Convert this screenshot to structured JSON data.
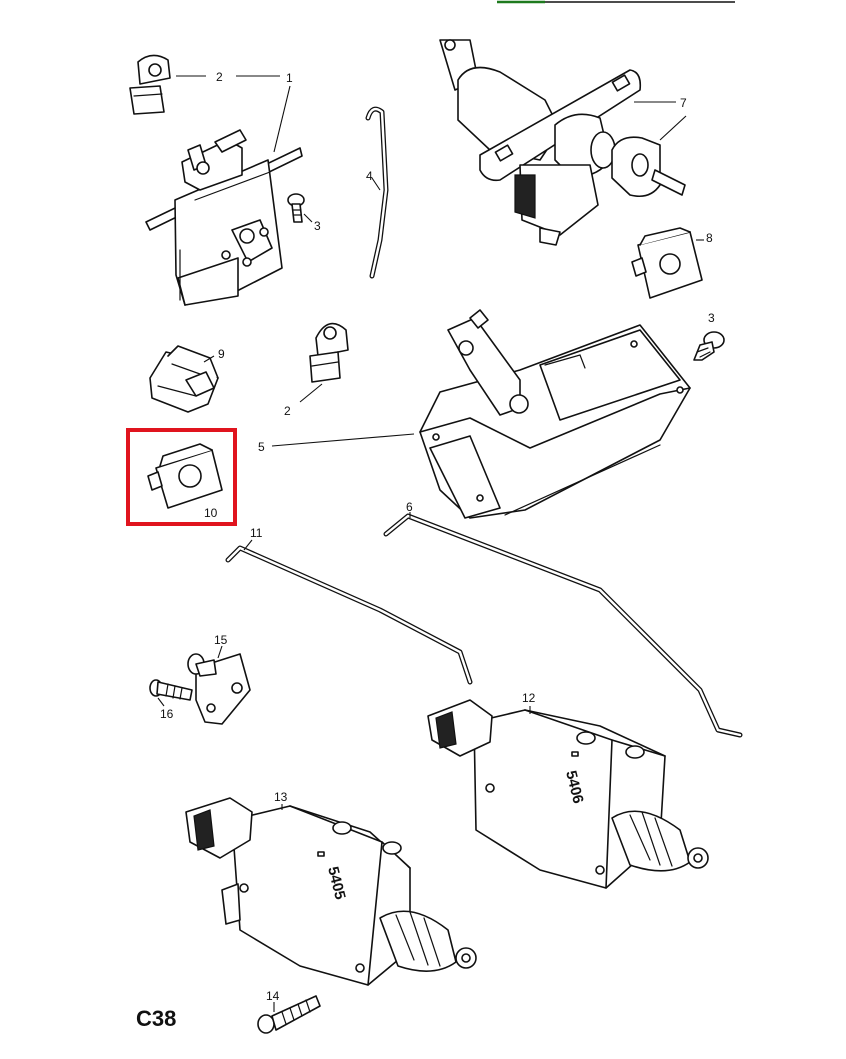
{
  "diagram": {
    "page_code": "C38",
    "callouts": [
      "1",
      "2",
      "3",
      "4",
      "5",
      "6",
      "7",
      "8",
      "9",
      "10",
      "11",
      "12",
      "13",
      "14",
      "15",
      "16"
    ],
    "callouts_repeat": {
      "a2": "2",
      "a3": "3"
    },
    "stamps": {
      "actuator_12": "5406",
      "actuator_13": "5405"
    },
    "highlight": {
      "part": "10",
      "color": "#e0141e"
    },
    "top_bar_color": "#1e7a1e"
  }
}
